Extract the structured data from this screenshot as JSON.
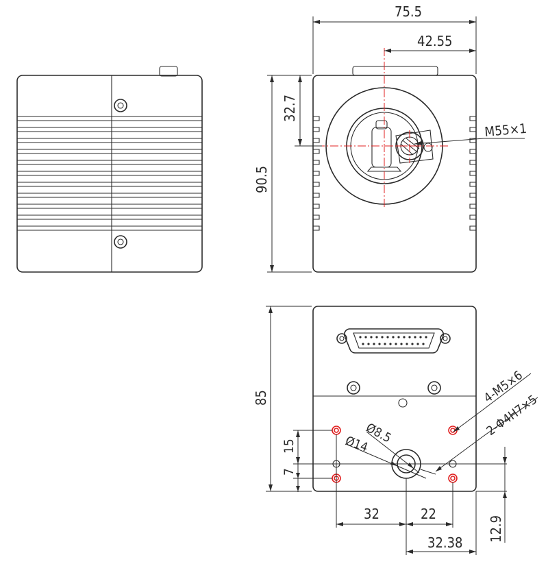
{
  "drawing": {
    "front_view": {
      "width_total": "75.5",
      "width_to_axis": "42.55",
      "height_total": "90.5",
      "height_to_axis": "32.7",
      "lens_mount": "M55×1"
    },
    "bottom_view": {
      "depth_total": "85",
      "hole_pitch_vertical": "15",
      "hole_offset_vertical": "7",
      "pitch_left": "32",
      "pitch_right": "22",
      "offset_to_center": "32.38",
      "offset_vertical": "12.9",
      "diameter_outer": "Ø14",
      "diameter_inner": "Ø8.5",
      "threaded_holes": "4-M5×6",
      "pin_holes": "2-Φ4H7×5"
    }
  }
}
